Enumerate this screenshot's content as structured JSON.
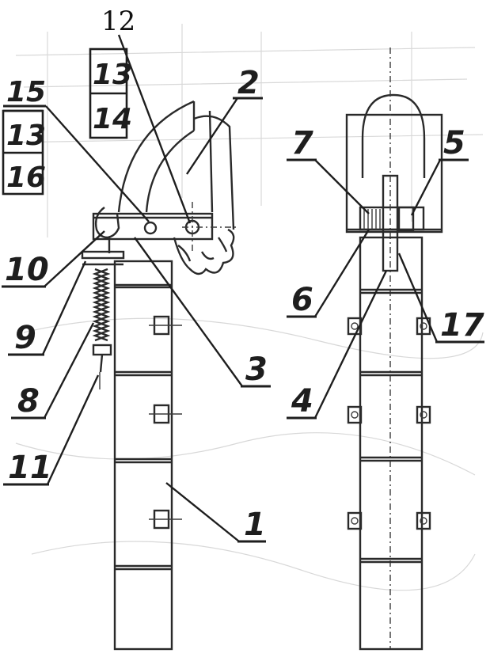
{
  "labels": {
    "l1": "1",
    "l2": "2",
    "l3": "3",
    "l4": "4",
    "l5": "5",
    "l6": "6",
    "l7": "7",
    "l8": "8",
    "l9": "9",
    "l10": "10",
    "l11": "11",
    "l12": "12",
    "l13a": "13",
    "l13b": "13",
    "l14": "14",
    "l15": "15",
    "l16": "16",
    "l17": "17"
  }
}
